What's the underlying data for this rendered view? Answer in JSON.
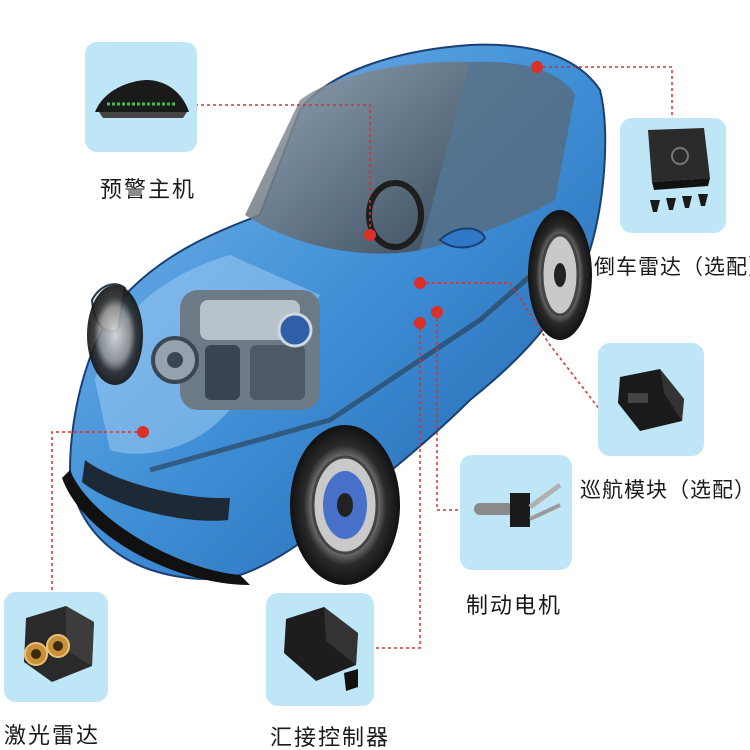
{
  "components": {
    "warning_unit": {
      "label": "预警主机",
      "icon": "warning-display-unit"
    },
    "reverse_radar": {
      "label": "倒车雷达（选配）",
      "icon": "reverse-radar-module"
    },
    "cruise_module": {
      "label": "巡航模块（选配）",
      "icon": "cruise-connector"
    },
    "brake_motor": {
      "label": "制动电机",
      "icon": "brake-motor-actuator"
    },
    "laser_radar": {
      "label": "激光雷达",
      "icon": "laser-radar-sensor"
    },
    "controller": {
      "label": "汇接控制器",
      "icon": "junction-controller"
    }
  },
  "colors": {
    "car_body": "#3f8fd6",
    "card_bg": "#bfe6f6",
    "leader_line": "#d9302a"
  }
}
